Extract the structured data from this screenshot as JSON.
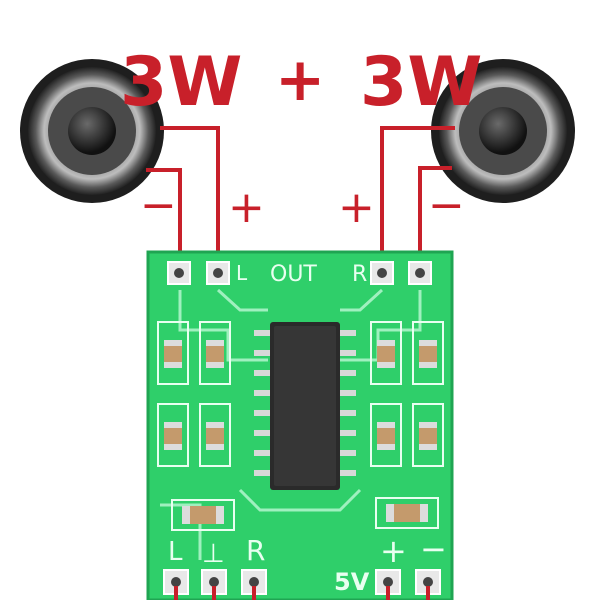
{
  "header": {
    "left_power": "3W",
    "plus": "+",
    "right_power": "3W"
  },
  "speaker_polarity": {
    "left_minus": "−",
    "left_plus": "+",
    "right_plus": "+",
    "right_minus": "−"
  },
  "board": {
    "out_label": "OUT",
    "l_label": "L",
    "r_label": "R",
    "pad_left_l": "L",
    "pad_left_gnd": "⊥",
    "pad_left_r": "R",
    "pad_right_plus": "+",
    "pad_right_minus": "−",
    "pad_5v": "5V"
  },
  "colors": {
    "wire": "#c8202a",
    "pcb": "#2fcf6a",
    "pcb_silk": "#ffffff",
    "ic": "#2a2a2a"
  }
}
